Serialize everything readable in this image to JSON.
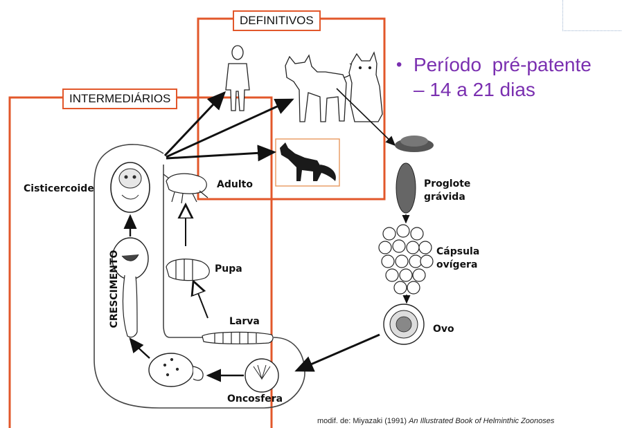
{
  "boxes": {
    "definitive_label": "DEFINITIVOS",
    "intermediate_label": "INTERMEDIÁRIOS"
  },
  "stages": {
    "cysticercoid": "Cisticercoide",
    "adult": "Adulto",
    "pupa": "Pupa",
    "larva": "Larva",
    "oncosphere": "Oncosfera",
    "gravid_proglottid_line1": "Proglote",
    "gravid_proglottid_line2": "grávida",
    "egg_capsule_line1": "Cápsula",
    "egg_capsule_line2": "ovígera",
    "egg": "Ovo",
    "growth": "CRESCIMENTO"
  },
  "note": {
    "bullet": "•",
    "line1": "Período  pré-patente",
    "line2": "– 14 a 21 dias"
  },
  "credit": {
    "prefix": "modif. de: Miyazaki (1991) ",
    "title": "An Illustrated Book of Helminthic Zoonoses"
  },
  "colors": {
    "box_border": "#e2572a",
    "note_text": "#7a2fb0"
  }
}
